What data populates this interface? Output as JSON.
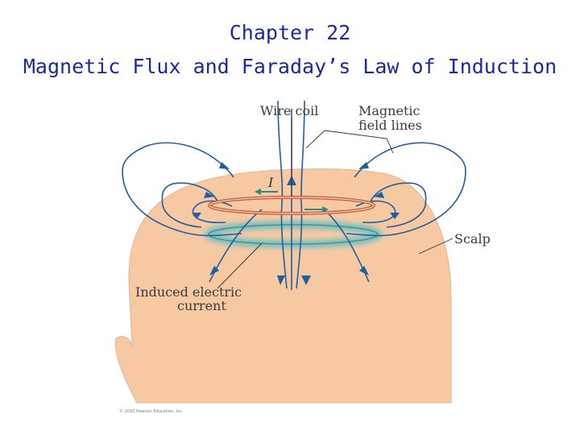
{
  "slide": {
    "title_line1": "Chapter 22",
    "title_line2": "Magnetic Flux and Faraday’s Law of Induction"
  },
  "diagram": {
    "labels": {
      "wire_coil": "Wire coil",
      "field_lines_1": "Magnetic",
      "field_lines_2": "field lines",
      "current_symbol": "I",
      "scalp": "Scalp",
      "induced_1": "Induced electric",
      "induced_2": "current"
    },
    "copyright": "© 2010 Pearson Education, Inc.",
    "colors": {
      "title": "#1b2a9e",
      "field_lines": "#1f5ea0",
      "coil": "#c8603a",
      "induced_current": "#2f8a84",
      "skin": "#f6c9a3"
    }
  }
}
